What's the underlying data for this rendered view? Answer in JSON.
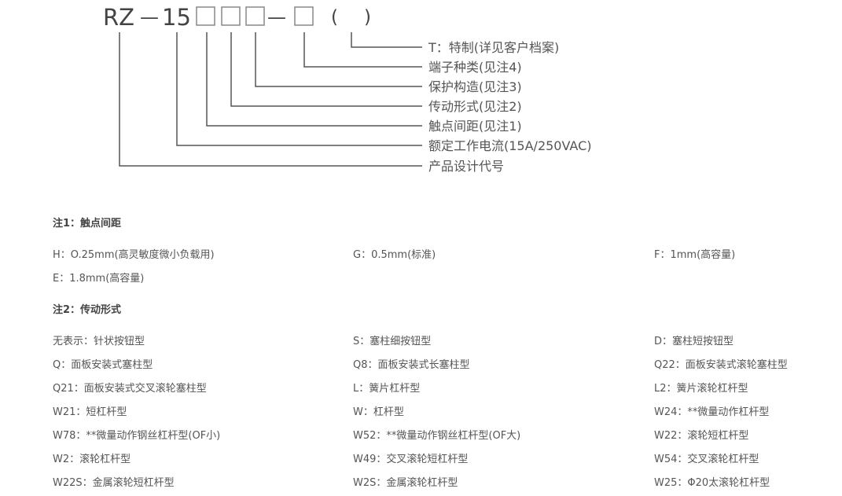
{
  "code": {
    "prefix": "RZ",
    "dash1": "—",
    "series": "15",
    "dash2": "—",
    "paren_open": "(",
    "paren_close": ")"
  },
  "legend": [
    "T：特制(详见客户档案)",
    "端子种类(见注4)",
    "保护构造(见注3)",
    "传动形式(见注2)",
    "触点间距(见注1)",
    "额定工作电流(15A/250VAC)",
    "产品设计代号"
  ],
  "note1": {
    "title": "注1：触点间距",
    "items": [
      "H：O.25mm(高灵敏度微小负载用)",
      "G：0.5mm(标准)",
      "F：1mm(高容量)",
      "E：1.8mm(高容量)"
    ]
  },
  "note2": {
    "title": "注2：传动形式",
    "items": [
      "无表示：针状按钮型",
      "S：塞柱细按钮型",
      "D：塞柱短按钮型",
      "Q：面板安装式塞柱型",
      "Q8：面板安装式长塞柱型",
      "Q22：面板安装式滚轮塞柱型",
      "Q21：面板安装式交叉滚轮塞柱型",
      "L：簧片杠杆型",
      "L2：簧片滚轮杠杆型",
      "W21：短杠杆型",
      "W：杠杆型",
      "W24：**微量动作杠杆型",
      "W78：**微量动作钢丝杠杆型(OF小)",
      "W52：**微量动作钢丝杠杆型(OF大)",
      "W22：滚轮短杠杆型",
      "W2：滚轮杠杆型",
      "W49：交叉滚轮短杠杆型",
      "W54：交叉滚轮杠杆型",
      "W22S：金属滚轮短杠杆型",
      "W2S：金属滚轮杠杆型",
      "W25：Φ20太滚轮杠杆型"
    ]
  }
}
